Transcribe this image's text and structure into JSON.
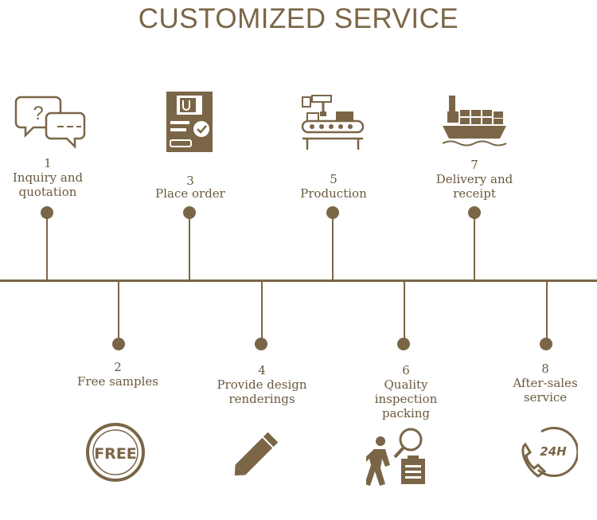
{
  "title": "CUSTOMIZED SERVICE",
  "accent_color": "#7a6647",
  "steps": [
    {
      "number": "1",
      "label": "Inquiry and\nquotation",
      "icon": "speech-bubbles-icon"
    },
    {
      "number": "2",
      "label": "Free samples",
      "icon": "free-badge-icon"
    },
    {
      "number": "3",
      "label": "Place order",
      "icon": "order-form-icon"
    },
    {
      "number": "4",
      "label": "Provide design\nrenderings",
      "icon": "pencil-icon"
    },
    {
      "number": "5",
      "label": "Production",
      "icon": "assembly-line-icon"
    },
    {
      "number": "6",
      "label": "Quality\ninspection\npacking",
      "icon": "inspection-icon"
    },
    {
      "number": "7",
      "label": "Delivery and\nreceipt",
      "icon": "cargo-ship-icon"
    },
    {
      "number": "8",
      "label": "After-sales\nservice",
      "icon": "phone-24h-icon"
    }
  ],
  "badges": {
    "free_text": "FREE",
    "support_text": "24H"
  }
}
